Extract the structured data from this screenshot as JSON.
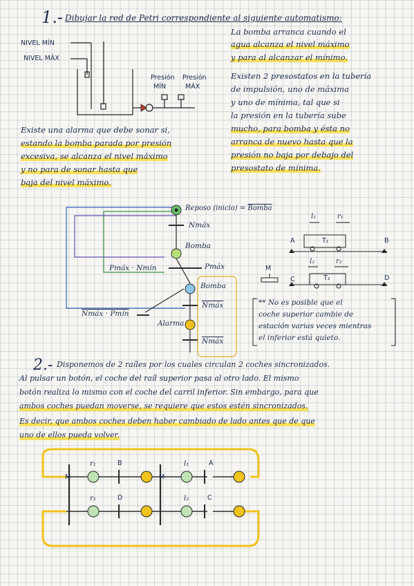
{
  "ex1": {
    "number": "1.-",
    "heading": "Dibujar la red de Petri correspondiente al siguiente automatismo:",
    "levels": {
      "min": "NIVEL MÍN",
      "max": "NIVEL MÁX"
    },
    "pressure": {
      "min_a": "Presión",
      "min_b": "MÍN",
      "max_a": "Presión",
      "max_b": "MÁX"
    },
    "right_para": [
      "La bomba arranca cuando el",
      "agua alcanza el nivel máximo",
      "y para al alcanzar el mínimo.",
      "Existen 2 presostatos en la tubería",
      "de impulsión, uno de máxima",
      "y uno de mínima, tal que si",
      "la presión en la tubería sube",
      "mucho, para bomba y ésta no",
      "arranca de nuevo hasta que la",
      "presión no baja por debajo del",
      "presostato de mínima."
    ],
    "left_para": [
      "Existe una alarma que debe sonar si,",
      "estando la bomba parada por presión",
      "excesiva, se alcanza el nivel máximo",
      "y no para de sonar hasta que",
      "baja del nivel máximo."
    ],
    "petri": {
      "reposo": "Reposo (inicio) = ",
      "bomba_overline": "Bomba",
      "nmax": "Nmáx",
      "bomba": "Bomba",
      "pmax_nmin": "Pmáx · Nmín",
      "pmax": "Pmáx",
      "bomba2": "Bomba",
      "nmax2": "Nmáx",
      "nmax_pmin": "Nmáx · Pmín",
      "alarma": "Alarma",
      "nmax3": "Nmáx"
    },
    "rails": {
      "l1": "l₁",
      "r1": "r₁",
      "l2": "l₂",
      "r2": "r₂",
      "t1": "T₁",
      "t2": "T₂",
      "A": "A",
      "B": "B",
      "C": "C",
      "D": "D",
      "M": "M"
    },
    "note": [
      "** No es posible que el",
      "coche superior cambie de",
      "estación varias veces mientras",
      "el inferior está quieto."
    ]
  },
  "ex2": {
    "number": "2.-",
    "lines": [
      "Disponemos de 2 raíles por los cuales circulan 2 coches sincronizados.",
      "Al pulsar un botón, el coche del raíl superior pasa al otro lado. El mismo",
      "botón realiza lo mismo con el coche del carril inferior. Sin embargo, para que",
      "ambos coches puedan moverse, se requiere que estos estén sincronizados.",
      "Es decir, que ambos coches deben haber cambiado de lado antes que de que",
      "uno de ellos pueda volver."
    ],
    "net": {
      "M1": "M",
      "M2": "M",
      "r1": "r₁",
      "B": "B",
      "l1": "l₁",
      "A": "A",
      "r2": "r₂",
      "D": "D",
      "l2": "l₂",
      "C": "C"
    }
  },
  "colors": {
    "ink": "#1d2a4a",
    "yellow": "#f1c21b",
    "green": "#4a9a54",
    "blue": "#2f63b8",
    "purple": "#6a4fb0"
  }
}
